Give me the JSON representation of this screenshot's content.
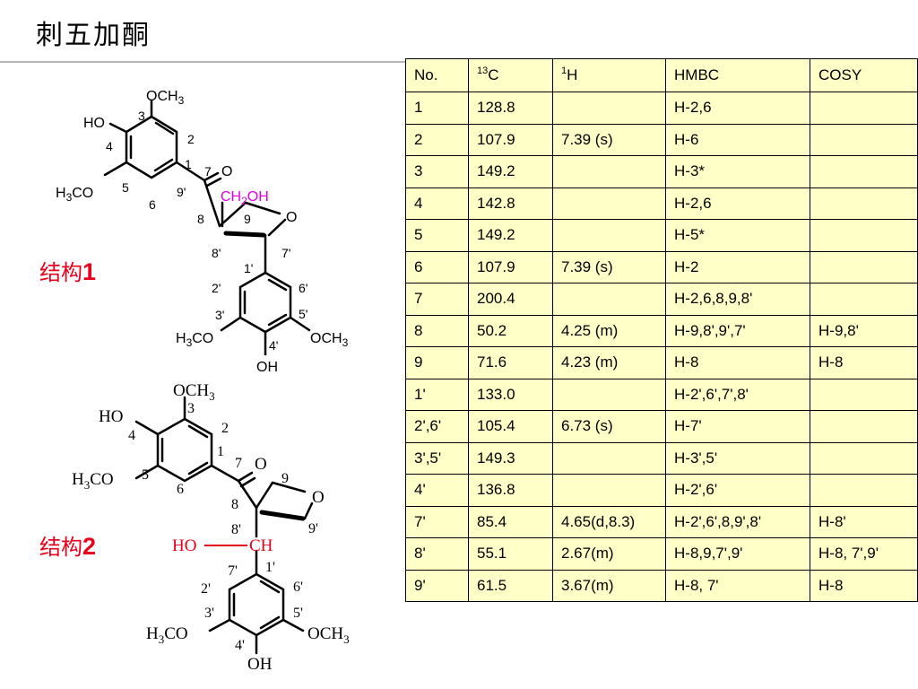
{
  "title": "刺五加酮",
  "structures": [
    {
      "label_cn": "结构",
      "label_num": "1"
    },
    {
      "label_cn": "结构",
      "label_num": "2"
    }
  ],
  "colors": {
    "accent_red": "#e8001c",
    "accent_magenta": "#e000e0",
    "table_bg": "#ffffc8",
    "rule": "#b5b5b5"
  },
  "struct1": {
    "ome3": "OCH",
    "ome3_sub": "3",
    "ho": "HO",
    "h3co_h": "H",
    "h3co_3": "3",
    "h3co_co": "CO",
    "n3": "3",
    "n4": "4",
    "n5": "5",
    "n6": "6",
    "n2": "2",
    "n1": "1",
    "n7": "7",
    "o7": "O",
    "n9p": "9'",
    "ch2oh_ch": "CH",
    "ch2oh_2": "2",
    "ch2oh_oh": "OH",
    "n8": "8",
    "n9": "9",
    "ring_o": "O",
    "n8p": "8'",
    "n7p": "7'",
    "n1p": "1'",
    "n2p": "2'",
    "n6p": "6'",
    "n3p": "3'",
    "n5p": "5'",
    "n4p": "4'",
    "bot_h3co_h": "H",
    "bot_h3co_3": "3",
    "bot_h3co_co": "CO",
    "bot_och": "OCH",
    "bot_och_3": "3",
    "bot_oh": "OH"
  },
  "struct2": {
    "ome3": "OCH",
    "ome3_sub": "3",
    "ho": "HO",
    "h3co_h": "H",
    "h3co_3": "3",
    "h3co_co": "CO",
    "n3": "3",
    "n4": "4",
    "n5": "5",
    "n6": "6",
    "n2": "2",
    "n1": "1",
    "n7": "7",
    "o7": "O",
    "n9": "9",
    "ring_o": "O",
    "n8": "8",
    "n8p": "8'",
    "n9p": "9'",
    "ho_red": "HO",
    "ch_red": "CH",
    "n7p": "7'",
    "n1p": "1'",
    "n2p": "2'",
    "n6p": "6'",
    "n3p": "3'",
    "n5p": "5'",
    "n4p": "4'",
    "bot_h3co_h": "H",
    "bot_h3co_3": "3",
    "bot_h3co_co": "CO",
    "bot_och": "OCH",
    "bot_och_3": "3",
    "bot_oh": "OH"
  },
  "table": {
    "headers": [
      {
        "pre": "",
        "sup": "",
        "text": "No."
      },
      {
        "pre": "",
        "sup": "13",
        "text": "C"
      },
      {
        "pre": "",
        "sup": "1",
        "text": "H"
      },
      {
        "pre": "",
        "sup": "",
        "text": "HMBC"
      },
      {
        "pre": "",
        "sup": "",
        "text": "COSY"
      }
    ],
    "rows": [
      [
        "1",
        "128.8",
        "",
        "H-2,6",
        ""
      ],
      [
        "2",
        "107.9",
        "7.39 (s)",
        "H-6",
        ""
      ],
      [
        "3",
        "149.2",
        "",
        "H-3*",
        ""
      ],
      [
        "4",
        "142.8",
        "",
        "H-2,6",
        ""
      ],
      [
        "5",
        "149.2",
        "",
        "H-5*",
        ""
      ],
      [
        "6",
        "107.9",
        "7.39 (s)",
        "H-2",
        ""
      ],
      [
        "7",
        "200.4",
        "",
        "H-2,6,8,9,8'",
        ""
      ],
      [
        "8",
        "50.2",
        "4.25 (m)",
        "H-9,8',9',7'",
        "H-9,8'"
      ],
      [
        "9",
        "71.6",
        "4.23 (m)",
        "H-8",
        "H-8"
      ],
      [
        "1'",
        "133.0",
        "",
        "H-2',6',7',8'",
        ""
      ],
      [
        "2',6'",
        "105.4",
        "6.73 (s)",
        "H-7'",
        ""
      ],
      [
        "3',5'",
        "149.3",
        "",
        "H-3',5'",
        ""
      ],
      [
        "4'",
        "136.8",
        "",
        "H-2',6'",
        ""
      ],
      [
        "7'",
        "85.4",
        "4.65(d,8.3)",
        "H-2',6',8,9',8'",
        "H-8'"
      ],
      [
        "8'",
        "55.1",
        "2.67(m)",
        "H-8,9,7',9'",
        "H-8, 7',9'"
      ],
      [
        "9'",
        "61.5",
        "3.67(m)",
        "H-8, 7'",
        "H-8"
      ]
    ]
  }
}
